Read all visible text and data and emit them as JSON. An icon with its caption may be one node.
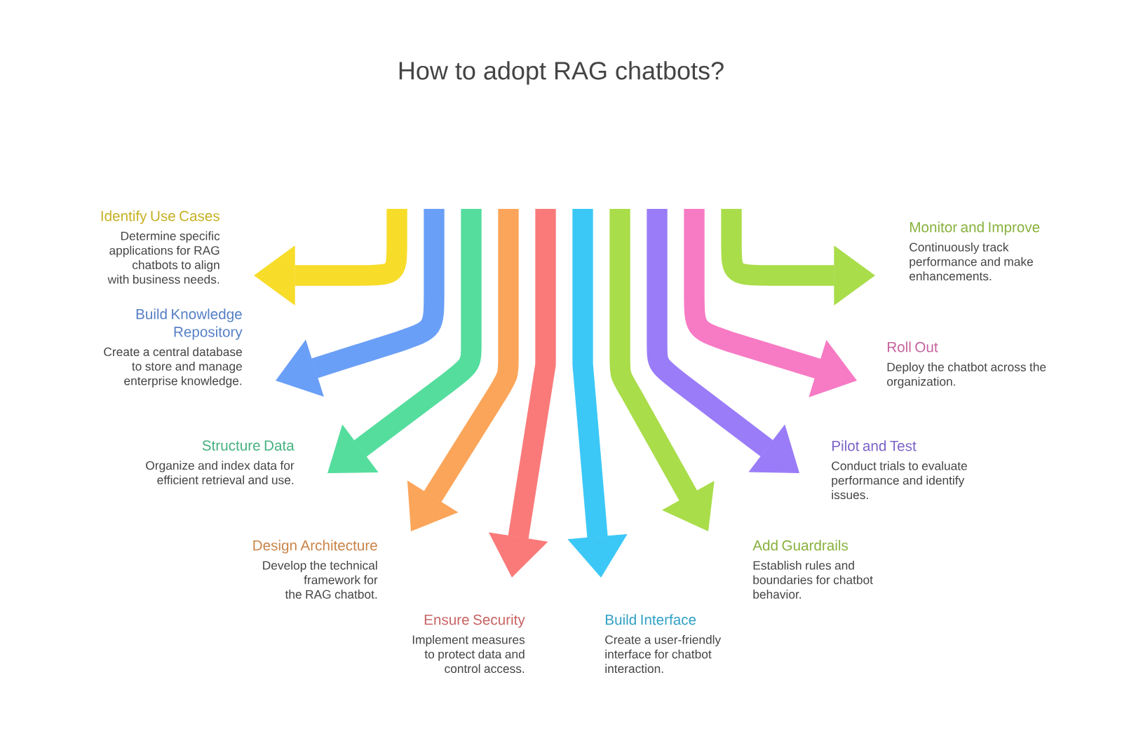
{
  "diagram": {
    "title": "How to adopt RAG chatbots?",
    "nodes": [
      {
        "text": [
          "Identify Use Cases",
          "Determine specific applications for RAG chatbots to align with business needs."
        ]
      },
      {
        "text": [
          "Build Knowledge Repository",
          "Create a central database to store and manage enterprise knowledge."
        ]
      },
      {
        "text": [
          "Structure Data",
          "Organize and index data for efficient retrieval and use."
        ]
      },
      {
        "text": [
          "Design Architecture",
          "Develop the technical framework for the RAG chatbot."
        ]
      },
      {
        "text": [
          "Ensure Security",
          "Implement measures to protect data and control access."
        ]
      },
      {
        "text": [
          "Build Interface",
          "Create a user-friendly interface for chatbot interaction."
        ]
      },
      {
        "text": [
          "Add Guardrails",
          "Establish rules and boundaries for chatbot behavior."
        ]
      },
      {
        "text": [
          "Pilot and Test",
          "Conduct trials to evaluate performance and identify issues."
        ]
      },
      {
        "text": [
          "Roll Out",
          "Deploy the chatbot across the organization."
        ]
      },
      {
        "text": [
          "Monitor and Improve",
          "Continuously track performance and make enhancements."
        ]
      }
    ],
    "edges": [
      {
        "from": null,
        "to": 0,
        "arrow": "to",
        "color": "#f7dc2a"
      },
      {
        "from": null,
        "to": 1,
        "arrow": "to",
        "color": "#6a9ff7"
      },
      {
        "from": null,
        "to": 2,
        "arrow": "to",
        "color": "#55dd9e"
      },
      {
        "from": null,
        "to": 3,
        "arrow": "to",
        "color": "#fba55a"
      },
      {
        "from": null,
        "to": 4,
        "arrow": "to",
        "color": "#fa7a7a"
      },
      {
        "from": null,
        "to": 5,
        "arrow": "to",
        "color": "#3cc8f6"
      },
      {
        "from": null,
        "to": 6,
        "arrow": "to",
        "color": "#a9dd4a"
      },
      {
        "from": null,
        "to": 7,
        "arrow": "to",
        "color": "#9a7cf8"
      },
      {
        "from": null,
        "to": 8,
        "arrow": "to",
        "color": "#f77ac4"
      },
      {
        "from": null,
        "to": 9,
        "arrow": "to",
        "color": "#a9dd4a"
      }
    ]
  }
}
